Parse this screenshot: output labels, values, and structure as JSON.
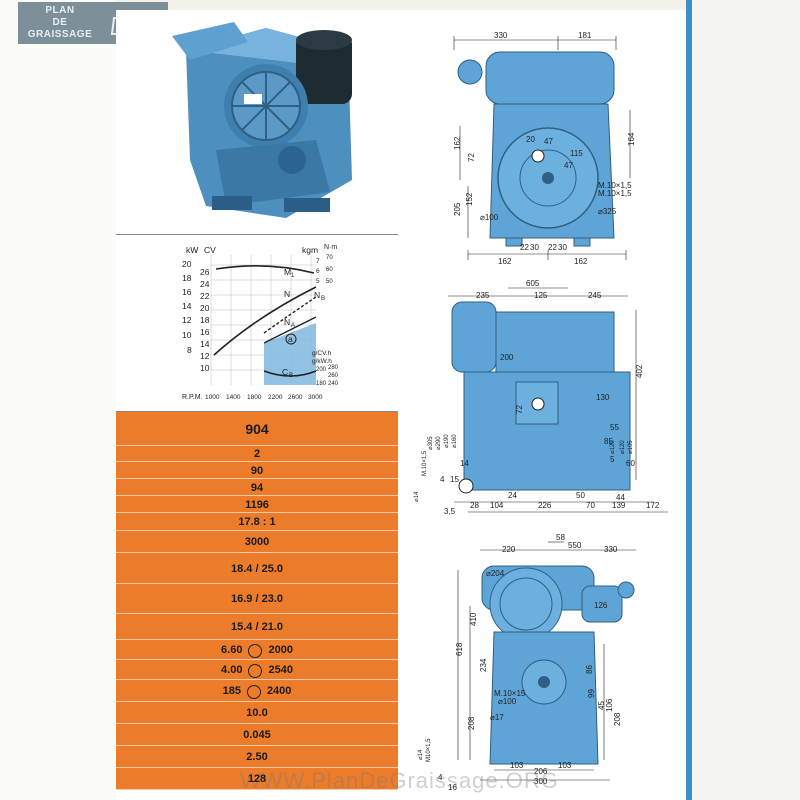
{
  "logo": {
    "line1": "PLAN",
    "line2": "DE",
    "line3": "GRAISSAGE",
    "icon": "oil-can-icon"
  },
  "watermark": "WWW.PlanDeGraissage.ORG",
  "colors": {
    "orange": "#ec7c2a",
    "engine_blue": "#5fa4d6",
    "accent_blue": "#3c8fc7"
  },
  "curves": {
    "axis_left_units": [
      "kW",
      "CV"
    ],
    "axis_right_units": [
      "kgm",
      "N·m"
    ],
    "kw_ticks": [
      "20",
      "18",
      "16",
      "14",
      "12",
      "10",
      "8"
    ],
    "cv_ticks": [
      "26",
      "24",
      "22",
      "20",
      "18",
      "16",
      "14",
      "12",
      "10"
    ],
    "kgm_ticks": [
      "7",
      "6",
      "5"
    ],
    "nm_ticks": [
      "70",
      "60",
      "50"
    ],
    "rpm_label": "R.P.M.",
    "rpm_ticks": [
      "1000",
      "1400",
      "1800",
      "2200",
      "2600",
      "3000"
    ],
    "consumption_units": [
      "g/CV.h",
      "g/kW.h"
    ],
    "gcv_ticks": [
      "200",
      "180"
    ],
    "gkw_ticks": [
      "280",
      "260",
      "240"
    ],
    "labels": {
      "m1": "M",
      "m1_sub": "1",
      "n": "N",
      "nb": "N",
      "nb_sub": "B",
      "na": "N",
      "na_sub": "A",
      "cb": "C",
      "cb_sub": "B",
      "a": "a"
    }
  },
  "specs": {
    "model": "904",
    "rows": [
      "2",
      "90",
      "94",
      "1196",
      "17.8 : 1",
      "3000",
      "18.4 / 25.0",
      "16.9 / 23.0",
      "15.4 / 21.0"
    ],
    "torque_rows": [
      {
        "value": "6.60",
        "rpm": "2000"
      },
      {
        "value": "4.00",
        "rpm": "2540"
      },
      {
        "value": "185",
        "rpm": "2400"
      }
    ],
    "bottom_rows": [
      "10.0",
      "0.045",
      "2.50",
      "128"
    ]
  },
  "drawing_top": {
    "dims": [
      "330",
      "181",
      "20",
      "47",
      "47",
      "162",
      "72",
      "115",
      "164",
      "M.10×1,5",
      "M.10×1,5",
      "205",
      "152",
      "⌀100",
      "⌀325",
      "22",
      "30",
      "22",
      "30",
      "162",
      "162"
    ]
  },
  "drawing_mid": {
    "dims": [
      "605",
      "235",
      "125",
      "245",
      "200",
      "402",
      "72",
      "130",
      "⌀305",
      "⌀290",
      "⌀190",
      "⌀160",
      "⌀120",
      "⌀105",
      "85",
      "⌀120",
      "55",
      "M.10×1,5",
      "14",
      "5",
      "60",
      "⌀14",
      "4",
      "15",
      "24",
      "50",
      "44",
      "226",
      "70",
      "139",
      "28",
      "104",
      "172",
      "3,5"
    ]
  },
  "drawing_bot": {
    "dims": [
      "58",
      "550",
      "220",
      "330",
      "⌀204",
      "126",
      "410",
      "618",
      "234",
      "86",
      "99",
      "45",
      "M.10×15",
      "⌀100",
      "⌀17",
      "208",
      "106",
      "208",
      "⌀14",
      "M10×1,5",
      "103",
      "103",
      "206",
      "300",
      "4",
      "16"
    ]
  }
}
